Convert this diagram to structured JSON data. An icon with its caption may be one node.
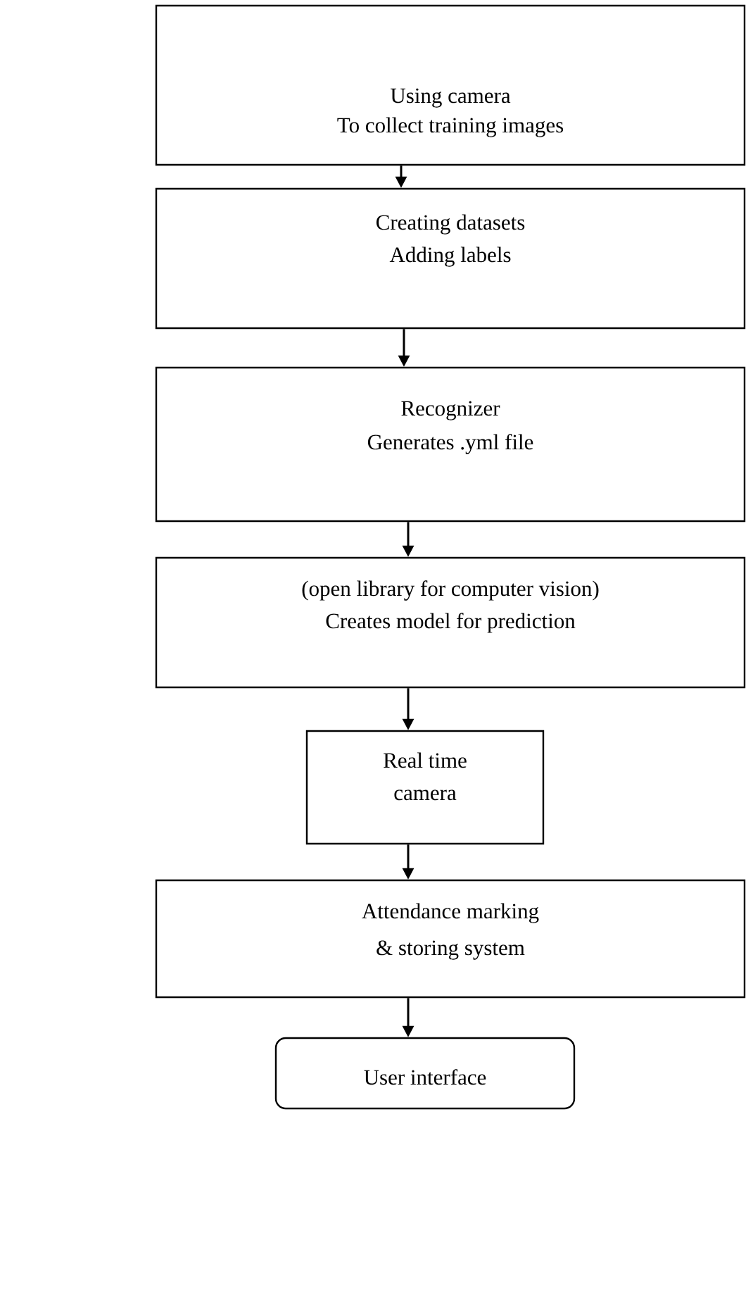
{
  "diagram": {
    "nodes": [
      {
        "text": [
          "Using camera",
          "To collect training images"
        ]
      },
      {
        "text": [
          "Creating datasets",
          "Adding labels"
        ]
      },
      {
        "text": [
          "Recognizer",
          "Generates .yml file"
        ]
      },
      {
        "text": [
          "(open library for computer vision)",
          "Creates model for prediction"
        ]
      },
      {
        "text": [
          "Real time",
          "camera"
        ]
      },
      {
        "text": [
          "Attendance marking",
          "& storing system"
        ]
      },
      {
        "text": [
          "User interface"
        ]
      }
    ],
    "edges": [
      {
        "from": 0,
        "to": 1,
        "arrow": "to"
      },
      {
        "from": 1,
        "to": 2,
        "arrow": "to"
      },
      {
        "from": 2,
        "to": 3,
        "arrow": "to"
      },
      {
        "from": 3,
        "to": 4,
        "arrow": "to"
      },
      {
        "from": 4,
        "to": 5,
        "arrow": "to"
      },
      {
        "from": 5,
        "to": 6,
        "arrow": "to"
      }
    ]
  }
}
